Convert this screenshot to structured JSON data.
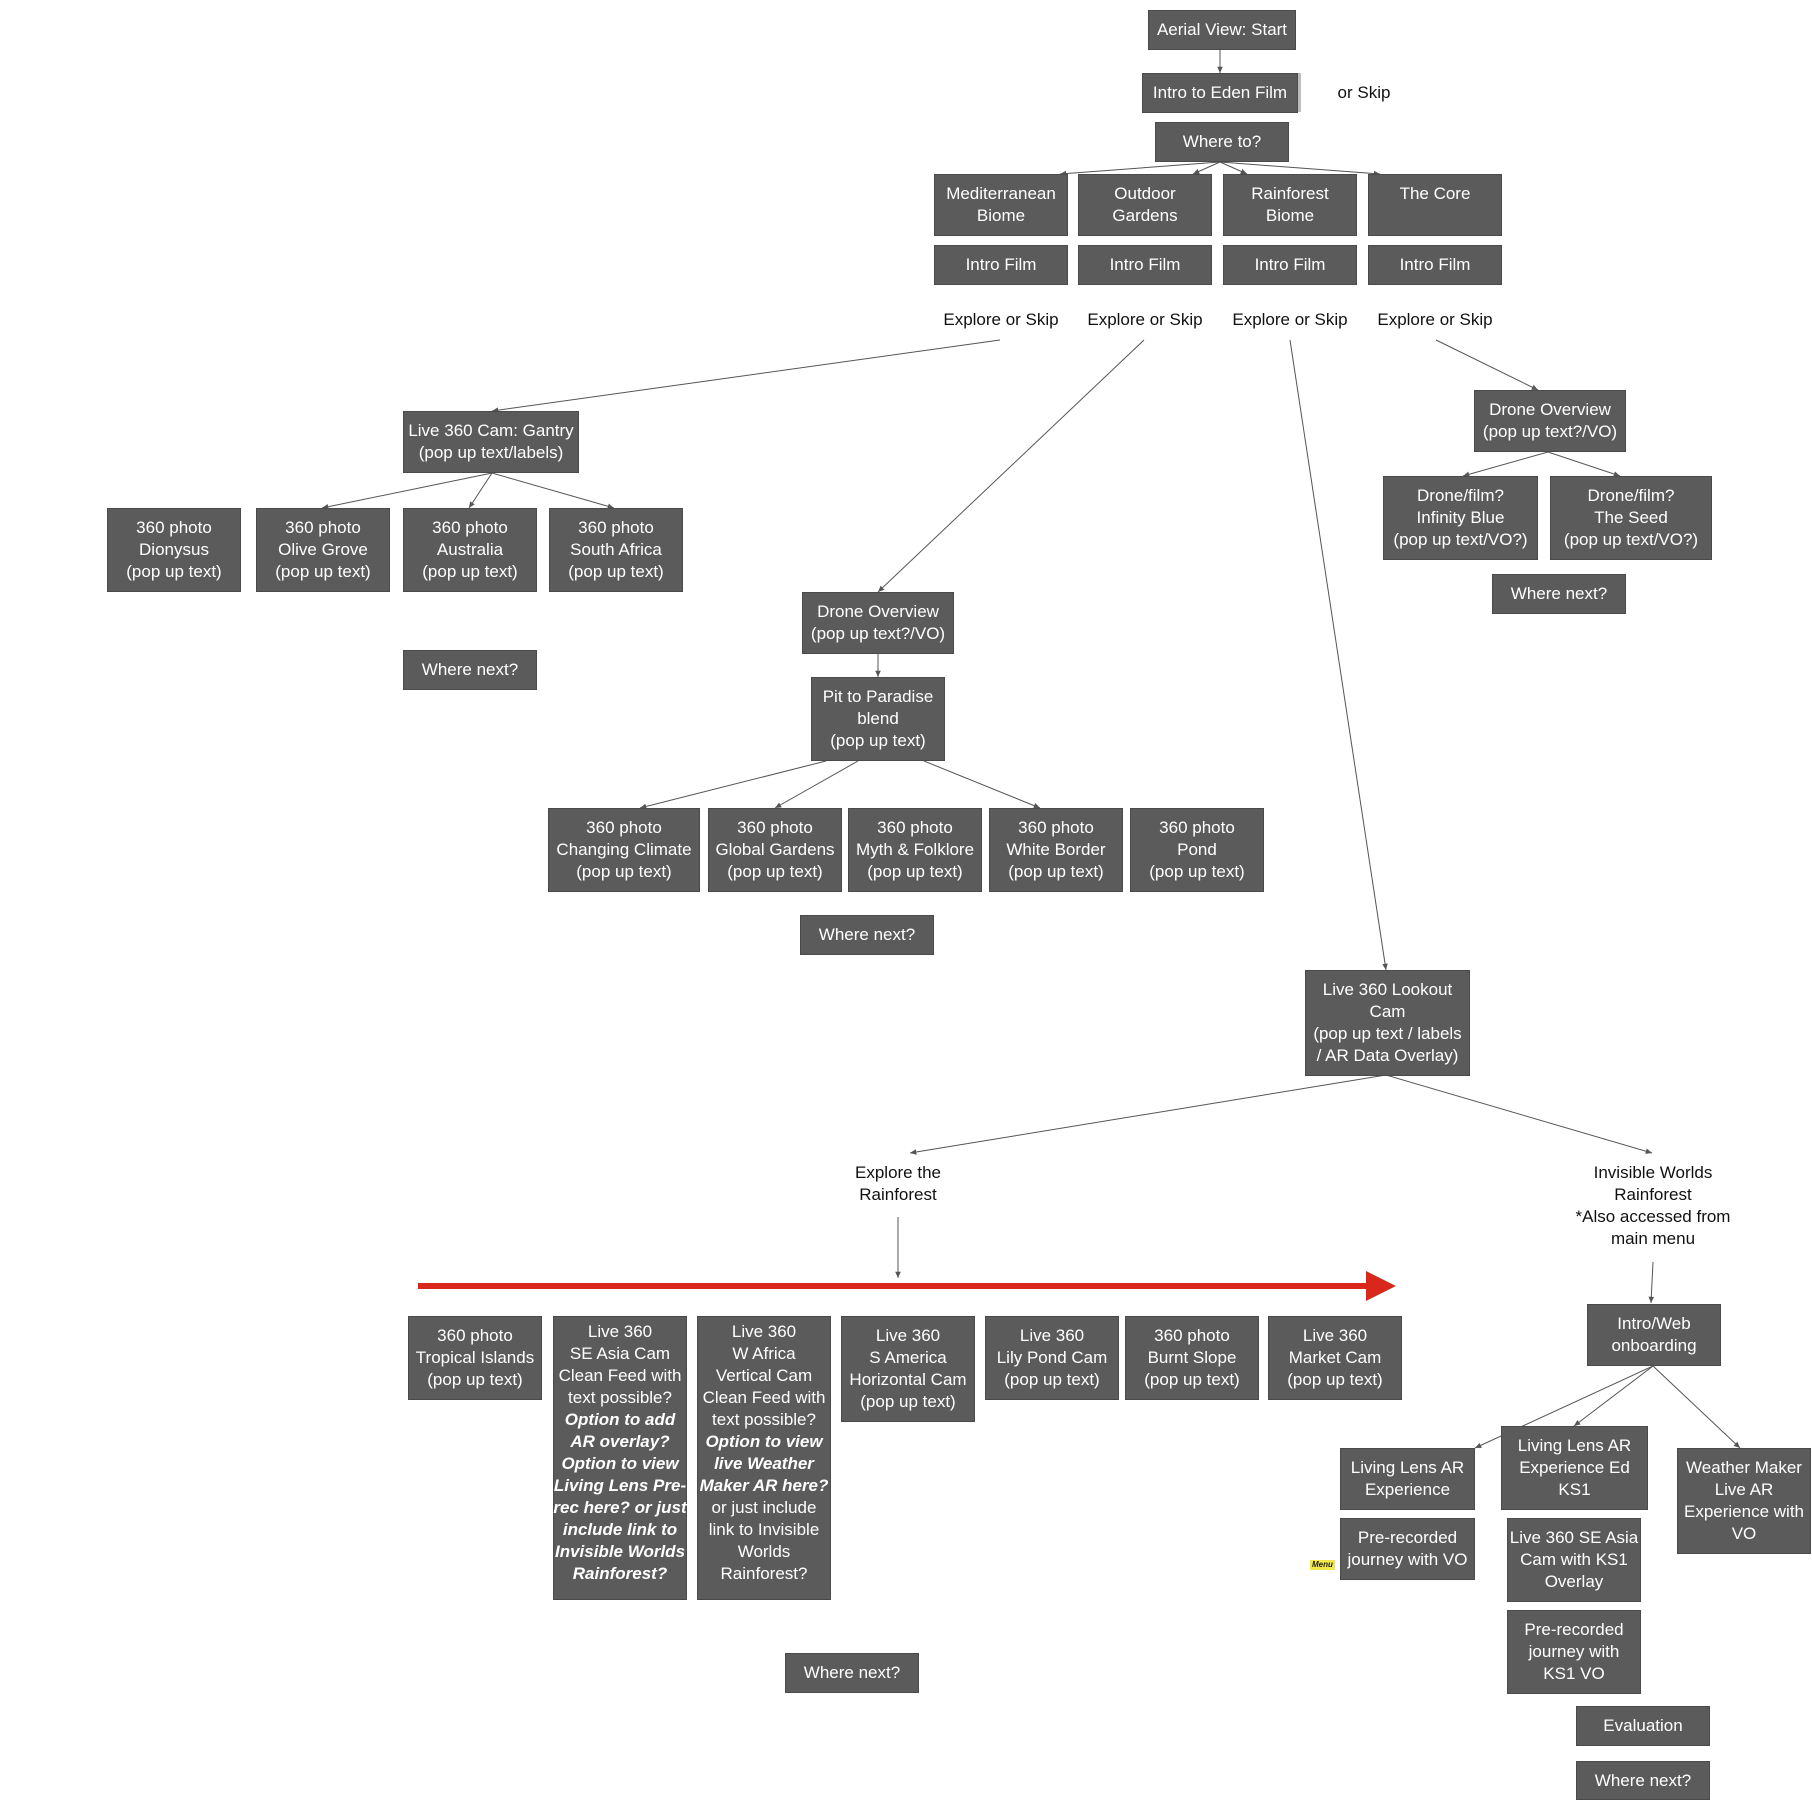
{
  "colors": {
    "node_fill": "#5b5b5b",
    "node_text": "#ffffff",
    "edge": "#555555",
    "timeline_arrow": "#d9271c",
    "menu_tag": "#f2e84a"
  },
  "nodes": {
    "aerial_view_start": {
      "lines": [
        "Aerial View: Start"
      ]
    },
    "intro_eden_film": {
      "lines": [
        "Intro to Eden Film"
      ]
    },
    "where_to": {
      "lines": [
        "Where to?"
      ]
    },
    "mediterranean_biome": {
      "lines": [
        "Mediterranean",
        "Biome"
      ]
    },
    "outdoor_gardens": {
      "lines": [
        "Outdoor",
        "Gardens"
      ]
    },
    "rainforest_biome": {
      "lines": [
        "Rainforest",
        "Biome"
      ]
    },
    "the_core": {
      "lines": [
        "The Core"
      ]
    },
    "intro_film_1": {
      "lines": [
        "Intro Film"
      ]
    },
    "intro_film_2": {
      "lines": [
        "Intro Film"
      ]
    },
    "intro_film_3": {
      "lines": [
        "Intro Film"
      ]
    },
    "intro_film_4": {
      "lines": [
        "Intro Film"
      ]
    },
    "live_360_gantry": {
      "lines": [
        "Live 360 Cam: Gantry",
        "(pop up text/labels)"
      ]
    },
    "photo_dionysus": {
      "lines": [
        "360 photo",
        "Dionysus",
        "(pop up text)"
      ]
    },
    "photo_olive_grove": {
      "lines": [
        "360 photo",
        "Olive Grove",
        "(pop up text)"
      ]
    },
    "photo_australia": {
      "lines": [
        "360 photo",
        "Australia",
        "(pop up text)"
      ]
    },
    "photo_south_africa": {
      "lines": [
        "360 photo",
        "South Africa",
        "(pop up text)"
      ]
    },
    "where_next_med": {
      "lines": [
        "Where next?"
      ]
    },
    "drone_overview_gardens": {
      "lines": [
        "Drone Overview",
        "(pop up text?/VO)"
      ]
    },
    "pit_to_paradise": {
      "lines": [
        "Pit to Paradise",
        "blend",
        "(pop up text)"
      ]
    },
    "photo_changing_climate": {
      "lines": [
        "360 photo",
        "Changing Climate",
        "(pop up text)"
      ]
    },
    "photo_global_gardens": {
      "lines": [
        "360 photo",
        "Global Gardens",
        "(pop up text)"
      ]
    },
    "photo_myth_folklore": {
      "lines": [
        "360 photo",
        "Myth & Folklore",
        "(pop up text)"
      ]
    },
    "photo_white_border": {
      "lines": [
        "360 photo",
        "White Border",
        "(pop up text)"
      ]
    },
    "photo_pond": {
      "lines": [
        "360 photo",
        "Pond",
        "(pop up text)"
      ]
    },
    "where_next_gardens": {
      "lines": [
        "Where next?"
      ]
    },
    "drone_overview_core": {
      "lines": [
        "Drone Overview",
        "(pop up text?/VO)"
      ]
    },
    "drone_infinity_blue": {
      "lines": [
        "Drone/film?",
        "Infinity Blue",
        "(pop up text/VO?)"
      ]
    },
    "drone_the_seed": {
      "lines": [
        "Drone/film?",
        "The Seed",
        "(pop up text/VO?)"
      ]
    },
    "where_next_core": {
      "lines": [
        "Where next?"
      ]
    },
    "live_360_lookout": {
      "lines": [
        "Live 360 Lookout",
        "Cam",
        "(pop up text / labels",
        "/ AR Data Overlay)"
      ]
    },
    "photo_tropical_islands": {
      "lines": [
        "360 photo",
        "Tropical Islands",
        "(pop up text)"
      ]
    },
    "live_se_asia": {
      "lines": [
        "Live 360",
        "SE Asia Cam",
        "Clean Feed with",
        "text possible?"
      ],
      "italic_lines": [
        "Option to add",
        "AR overlay?",
        "Option to view",
        "Living Lens Pre-",
        "rec here? or just",
        "include link to",
        "Invisible Worlds",
        "Rainforest?"
      ]
    },
    "live_w_africa": {
      "lines": [
        "Live 360",
        "W Africa",
        "Vertical Cam",
        "Clean Feed with",
        "text possible?"
      ],
      "italic_lines": [
        "Option to view",
        "live Weather",
        "Maker AR here?"
      ],
      "tail_lines": [
        "or just include",
        "link to Invisible",
        "Worlds",
        "Rainforest?"
      ]
    },
    "live_s_america": {
      "lines": [
        "Live 360",
        "S America",
        "Horizontal Cam",
        "(pop up text)"
      ]
    },
    "live_lily_pond": {
      "lines": [
        "Live 360",
        "Lily Pond Cam",
        "(pop up text)"
      ]
    },
    "photo_burnt_slope": {
      "lines": [
        "360 photo",
        "Burnt Slope",
        "(pop up text)"
      ]
    },
    "live_market": {
      "lines": [
        "Live 360",
        "Market Cam",
        "(pop up text)"
      ]
    },
    "where_next_rainforest": {
      "lines": [
        "Where next?"
      ]
    },
    "intro_web_onboarding": {
      "lines": [
        "Intro/Web",
        "onboarding"
      ]
    },
    "living_lens_ar": {
      "lines": [
        "Living Lens AR",
        "Experience"
      ]
    },
    "living_lens_ks1": {
      "lines": [
        "Living Lens AR",
        "Experience Ed",
        "KS1"
      ]
    },
    "weather_maker": {
      "lines": [
        "Weather Maker",
        "Live AR",
        "Experience with",
        "VO"
      ]
    },
    "prerecorded_vo": {
      "lines": [
        "Pre-recorded",
        "journey with VO"
      ]
    },
    "live_se_asia_ks1": {
      "lines": [
        "Live 360 SE Asia",
        "Cam with KS1",
        "Overlay"
      ]
    },
    "prerecorded_ks1": {
      "lines": [
        "Pre-recorded",
        "journey with",
        "KS1 VO"
      ]
    },
    "evaluation": {
      "lines": [
        "Evaluation"
      ]
    },
    "where_next_invisible": {
      "lines": [
        "Where next?"
      ]
    }
  },
  "labels": {
    "or_skip": {
      "lines": [
        "or Skip"
      ]
    },
    "explore_skip_1": {
      "lines": [
        "Explore or Skip"
      ]
    },
    "explore_skip_2": {
      "lines": [
        "Explore or Skip"
      ]
    },
    "explore_skip_3": {
      "lines": [
        "Explore or Skip"
      ]
    },
    "explore_skip_4": {
      "lines": [
        "Explore or Skip"
      ]
    },
    "explore_rainforest": {
      "lines": [
        "Explore the",
        "Rainforest"
      ]
    },
    "invisible_worlds": {
      "lines": [
        "Invisible Worlds",
        "Rainforest",
        "*Also accessed from",
        "main menu"
      ]
    }
  },
  "menu_tag": "Menu"
}
